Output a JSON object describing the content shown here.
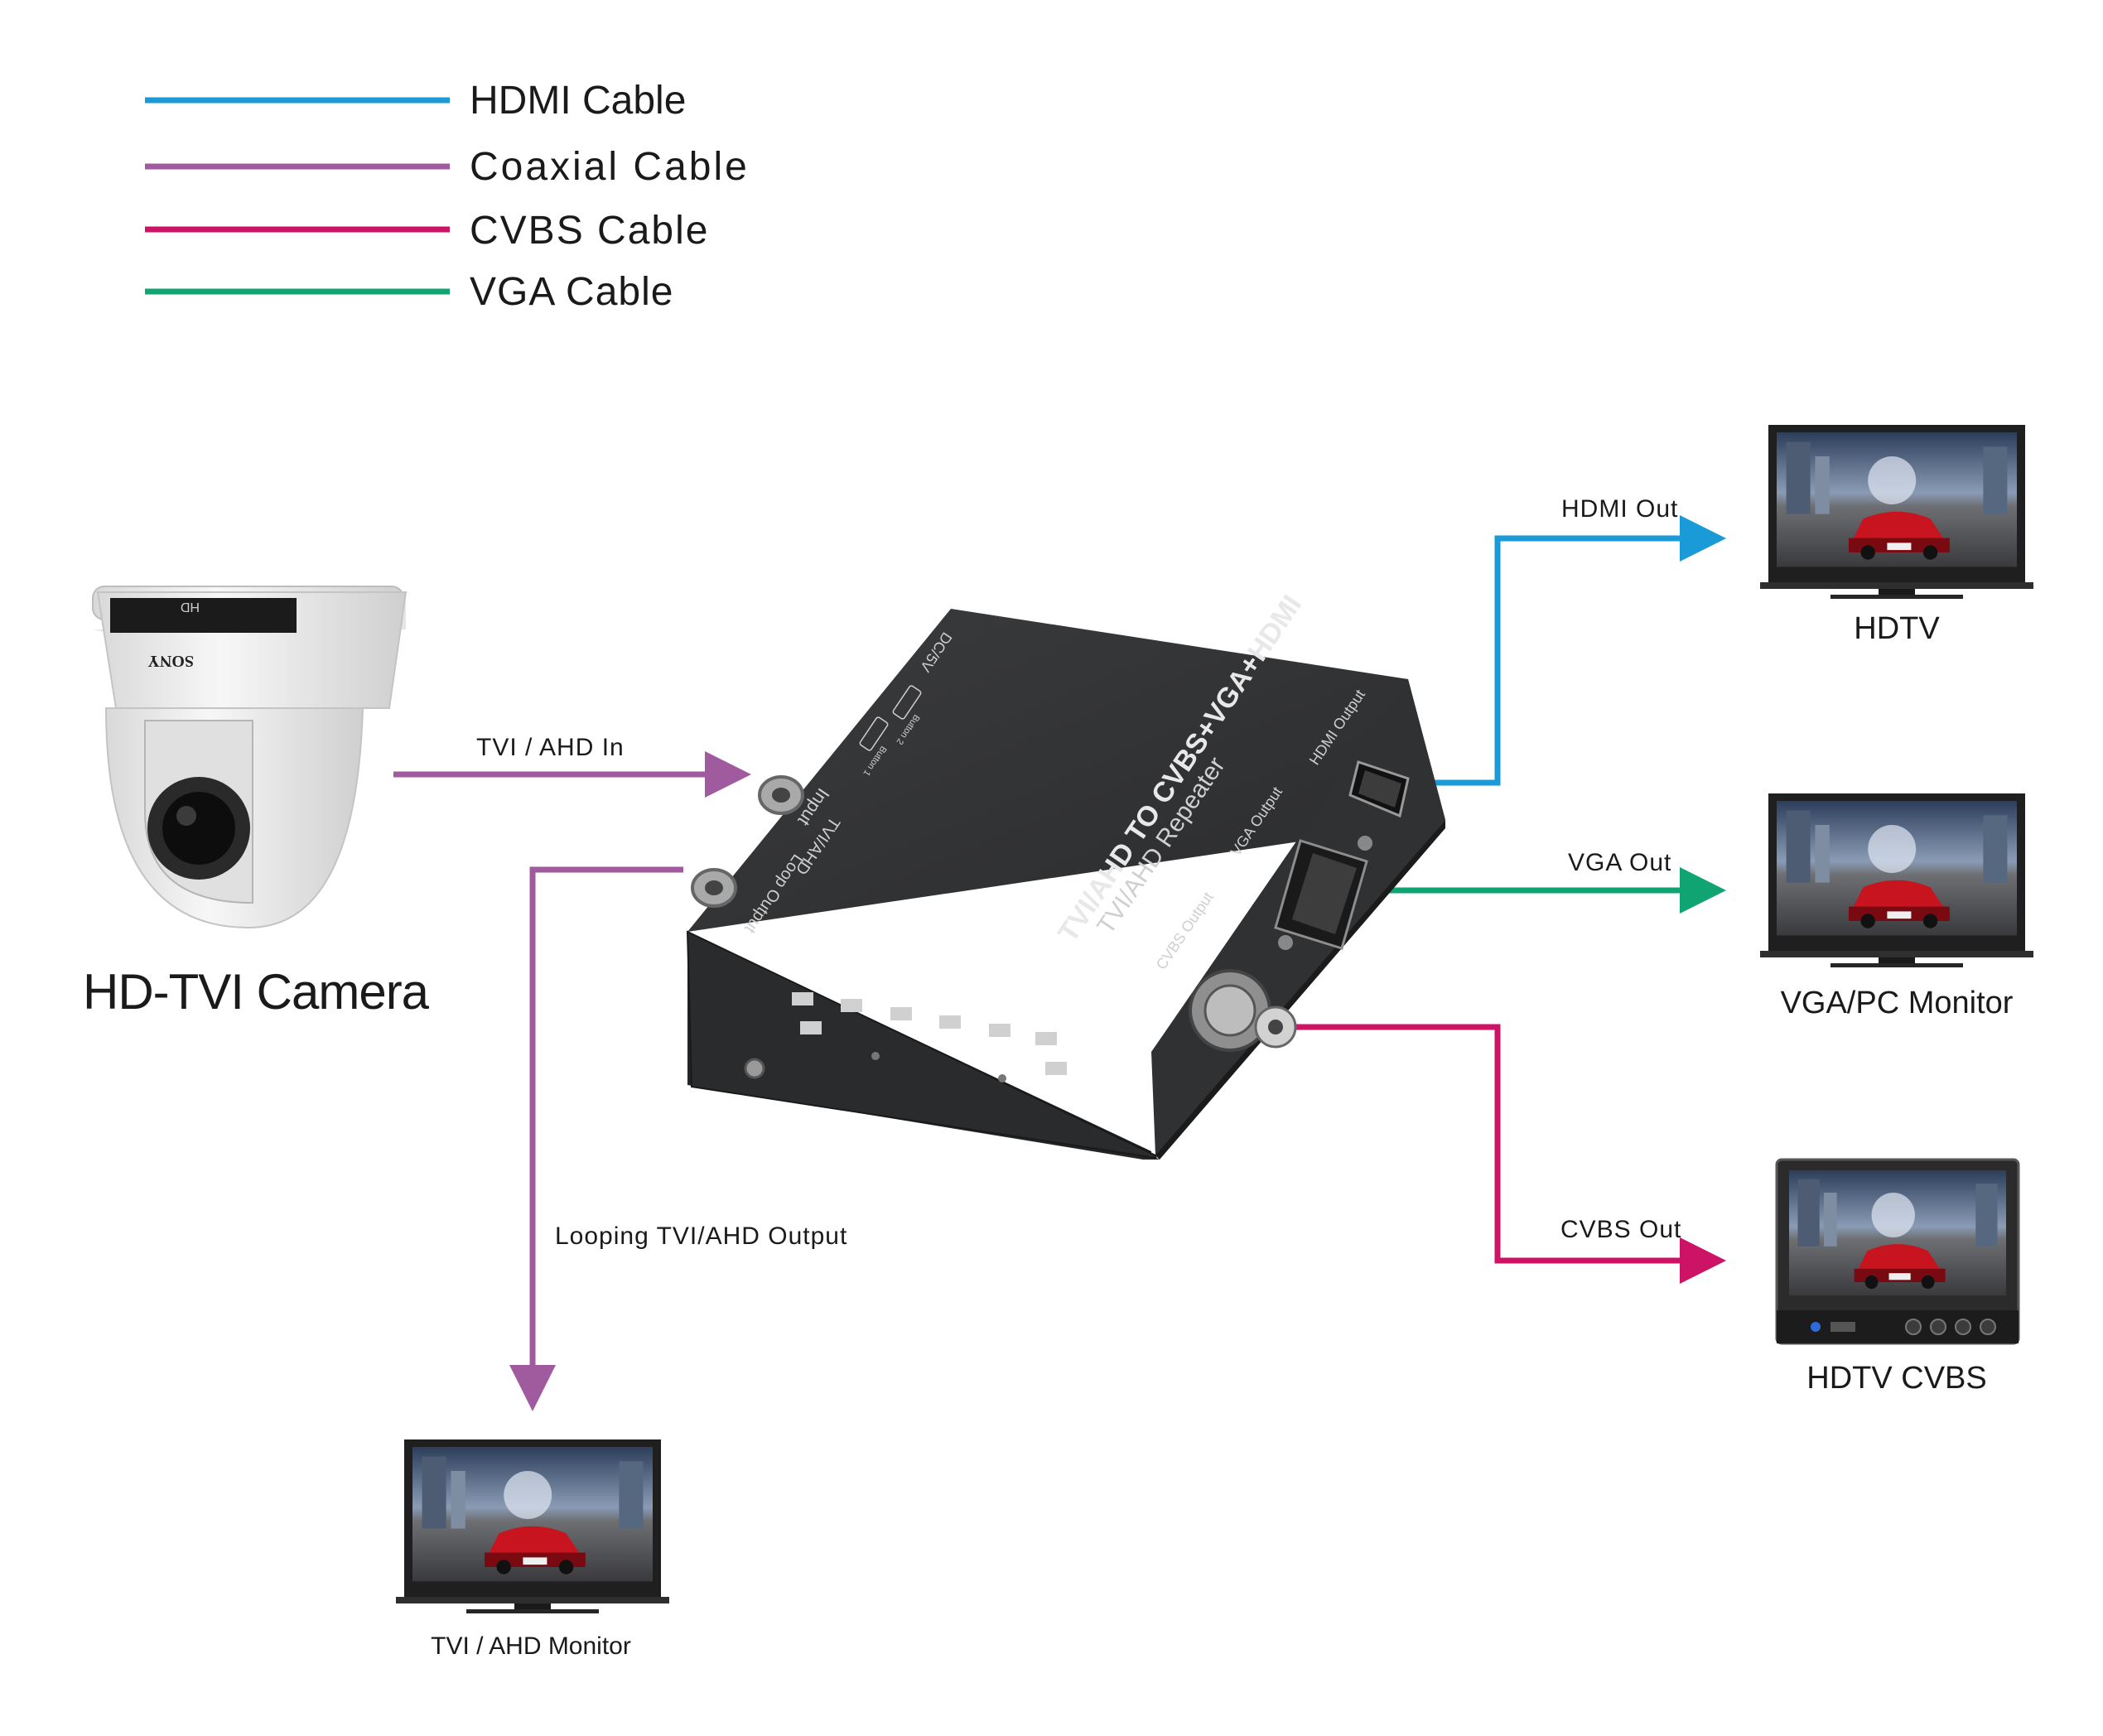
{
  "legend": [
    {
      "label": "HDMI Cable",
      "color": "#1a9ad6"
    },
    {
      "label": "Coaxial Cable",
      "color": "#a05a9e"
    },
    {
      "label": "CVBS Cable",
      "color": "#cc1366"
    },
    {
      "label": "VGA Cable",
      "color": "#10a472"
    }
  ],
  "edges": {
    "tvi_in": "TVI / AHD In",
    "loop_out": "Looping TVI/AHD Output",
    "hdmi_out": "HDMI Out",
    "vga_out": "VGA Out",
    "cvbs_out": "CVBS Out"
  },
  "nodes": {
    "camera": {
      "label": "HD-TVI Camera",
      "brand": "SONY",
      "badge": "HD"
    },
    "loop_monitor": "TVI / AHD Monitor",
    "hdtv": "HDTV",
    "vga_monitor": "VGA/PC Monitor",
    "cvbs_monitor": "HDTV CVBS"
  },
  "device": {
    "title": "TVI/AHD TO CVBS+VGA+HDMI",
    "subtitle": "TVI/AHD Repeater",
    "hdmi_port": "HDMI Output",
    "vga_port": "VGA Output",
    "cvbs_port": "CVBS Output",
    "input_port": "Input",
    "loop_port": "Loop Output",
    "input_group": "TVI/AHD",
    "power": "DC/5V",
    "button1": "Button 1",
    "button2": "Button 2"
  }
}
